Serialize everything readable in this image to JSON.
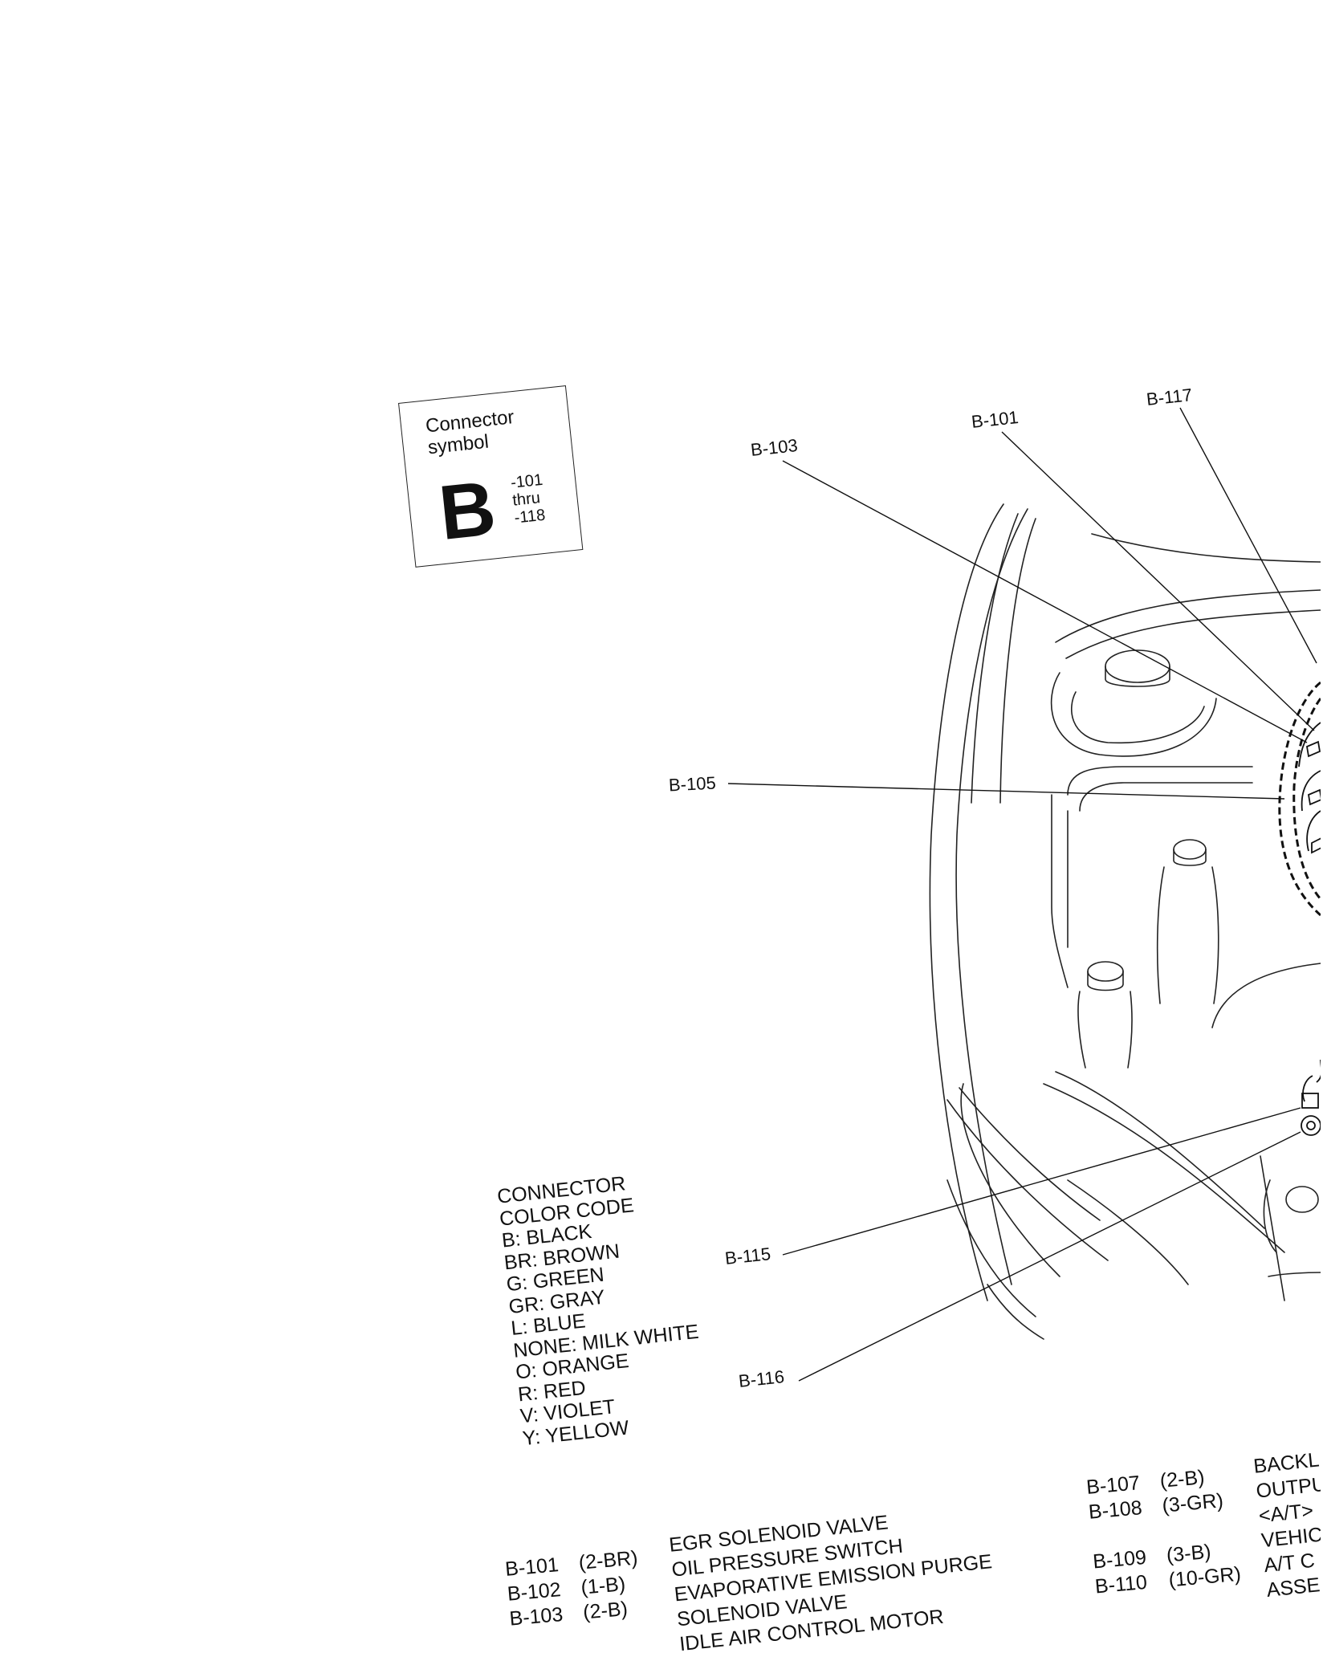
{
  "connector_symbol": {
    "title": "Connector symbol",
    "letter": "B",
    "range": [
      "-101",
      "thru",
      "-118"
    ]
  },
  "callouts": [
    "B-103",
    "B-101",
    "B-117",
    "B-105",
    "B-115",
    "B-116"
  ],
  "legend": {
    "heading": [
      "CONNECTOR",
      "COLOR CODE"
    ],
    "entries": [
      "B: BLACK",
      "BR: BROWN",
      "G: GREEN",
      "GR: GRAY",
      "L: BLUE",
      "NONE: MILK WHITE",
      "O: ORANGE",
      "R: RED",
      "V: VIOLET",
      "Y: YELLOW"
    ]
  },
  "left_list": [
    {
      "code": "B-101",
      "color": "(2-BR)"
    },
    {
      "code": "B-102",
      "color": "(1-B)"
    },
    {
      "code": "B-103",
      "color": "(2-B)"
    }
  ],
  "left_descriptions": [
    "EGR SOLENOID VALVE",
    "OIL PRESSURE SWITCH",
    "EVAPORATIVE EMISSION PURGE",
    "SOLENOID VALVE",
    "IDLE AIR CONTROL MOTOR"
  ],
  "right_list": [
    {
      "code": "B-107",
      "color": "(2-B)"
    },
    {
      "code": "B-108",
      "color": "(3-GR)"
    },
    {
      "code": "",
      "color": ""
    },
    {
      "code": "B-109",
      "color": "(3-B)"
    },
    {
      "code": "B-110",
      "color": "(10-GR)"
    }
  ],
  "right_descriptions": [
    "BACKL",
    "OUTPU",
    "<A/T>",
    "VEHIC",
    "A/T C",
    "ASSE"
  ]
}
